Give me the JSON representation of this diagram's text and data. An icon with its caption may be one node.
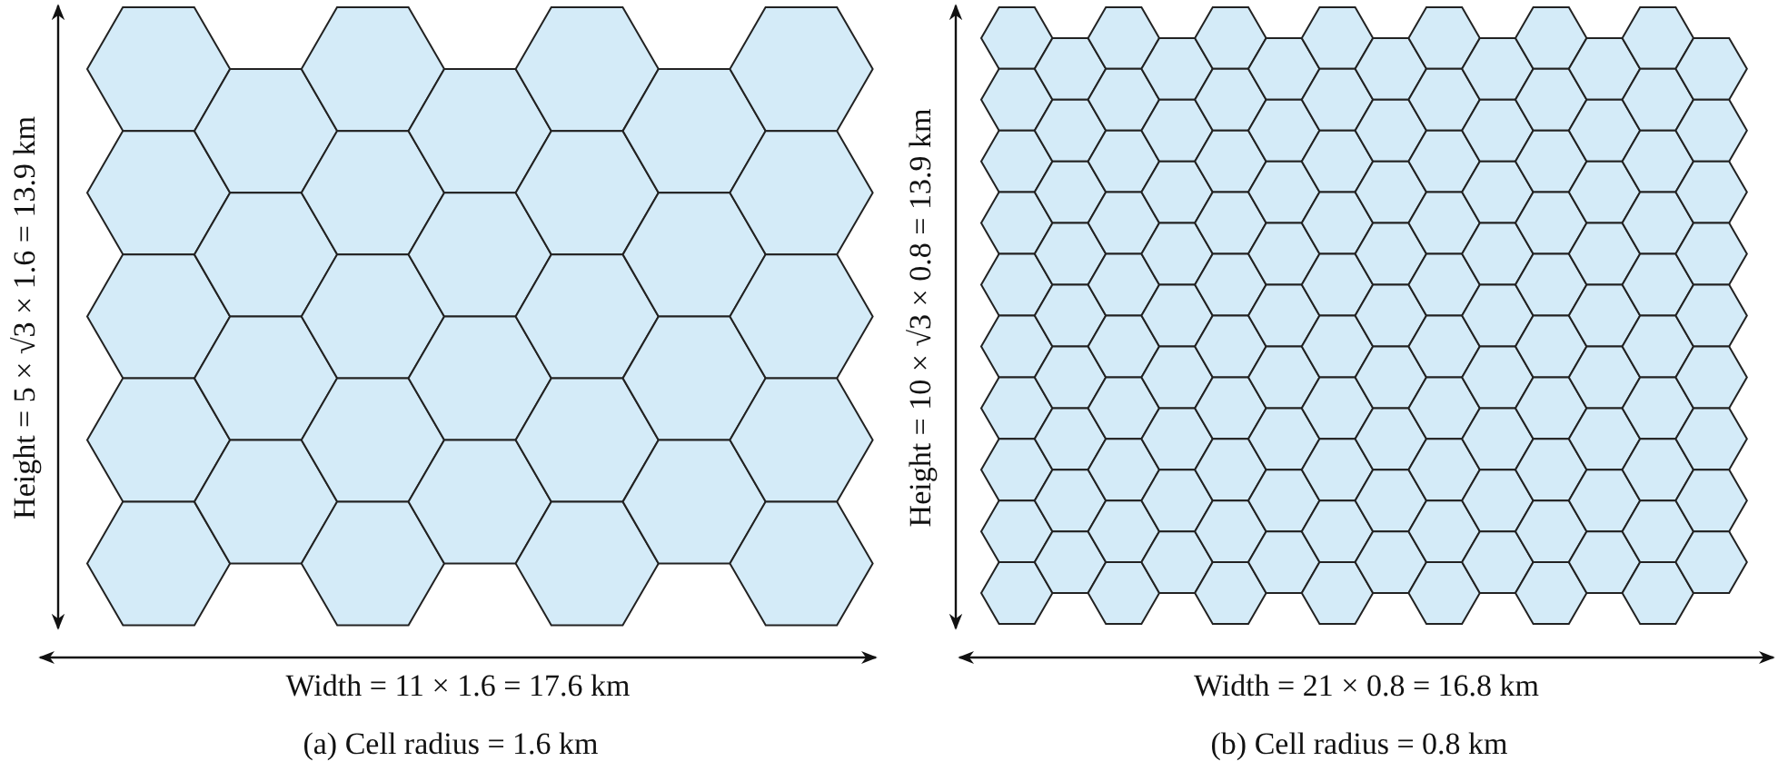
{
  "diagram": {
    "labels": [
      "Height = 5 × √3 × 1.6 = 13.9 km",
      "Width = 11 × 1.6 = 17.6 km",
      "(a)  Cell radius = 1.6 km",
      "Height = 10 × √3 × 0.8 = 13.9 km",
      "Width = 21 × 0.8 = 16.8 km",
      "(b)  Cell radius = 0.8 km"
    ]
  }
}
